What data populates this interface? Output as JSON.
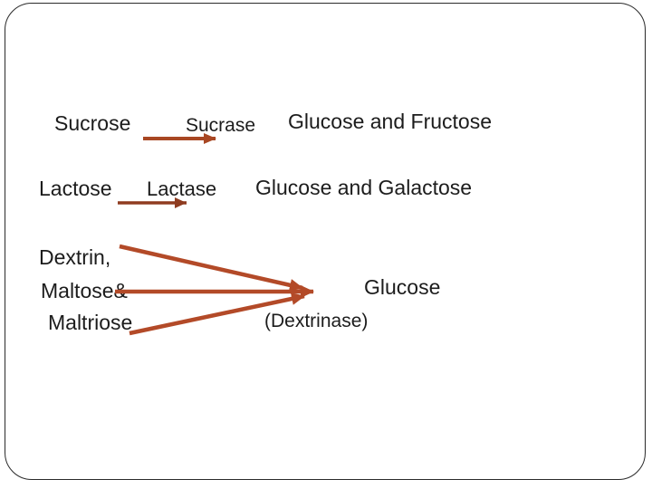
{
  "slide": {
    "reactions": [
      {
        "substrate": "Sucrose",
        "enzyme": "Sucrase",
        "products": "Glucose and Fructose"
      },
      {
        "substrate": "Lactose",
        "enzyme": "Lactase",
        "products": "Glucose and Galactose"
      },
      {
        "substrates": [
          "Dextrin,",
          "Maltose&",
          "Maltriose"
        ],
        "enzyme_label": "(Dextrinase)",
        "products": "Glucose"
      }
    ]
  },
  "colors": {
    "text": "#1c1c1c",
    "slide_border": "#2a2a2a",
    "arrow_sucrase": "#a84723",
    "arrow_lactase": "#8f3c20",
    "arrow_dextrinase": "#b34a28"
  }
}
